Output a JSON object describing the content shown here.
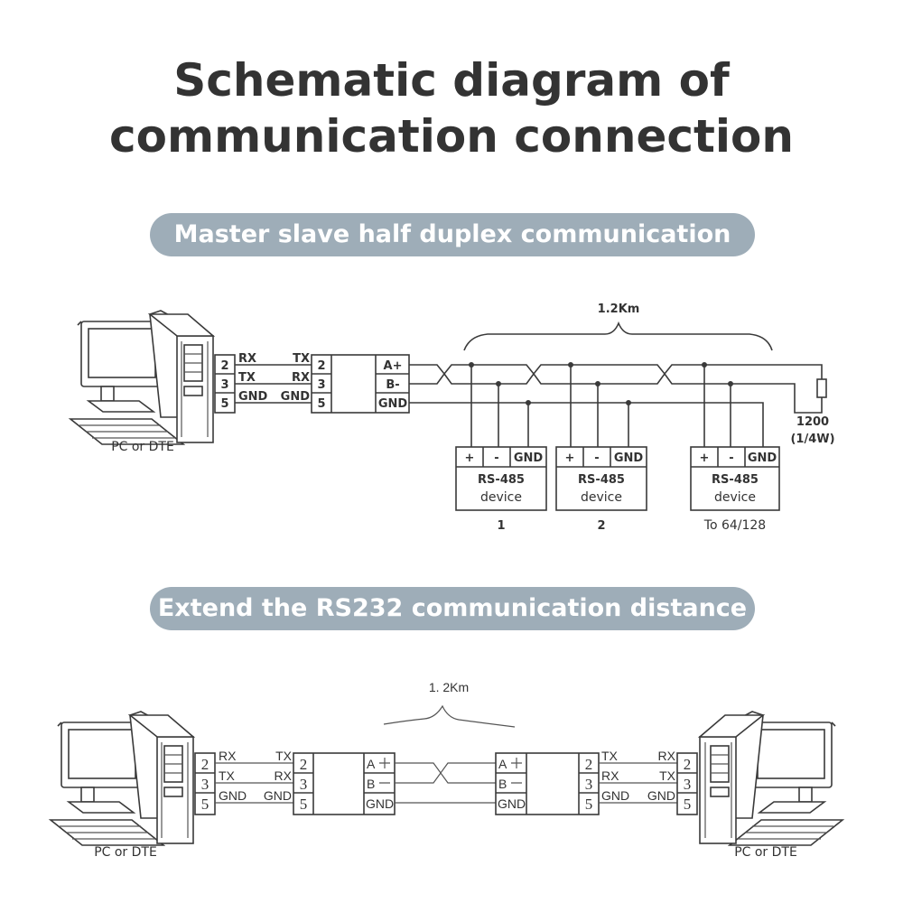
{
  "title": {
    "line1": "Schematic diagram of",
    "line2": "communication connection"
  },
  "section1": {
    "heading": "Master slave half duplex communication",
    "pc_label": "PC or DTE",
    "pc_pins": [
      "2",
      "3",
      "5"
    ],
    "pc_signals": [
      "RX",
      "TX",
      "GND"
    ],
    "converter_signals": [
      "TX",
      "RX",
      "GND"
    ],
    "converter_pins": [
      "2",
      "3",
      "5"
    ],
    "bus_terminals": [
      "A+",
      "B-",
      "GND"
    ],
    "distance": "1.2Km",
    "terminator_value": "1200",
    "terminator_power": "(1/4W)",
    "device_terminals": [
      "+",
      "-",
      "GND"
    ],
    "device_name_line1": "RS-485",
    "device_name_line2": "device",
    "devices": [
      {
        "label": "1"
      },
      {
        "label": "2"
      },
      {
        "label": "To 64/128"
      }
    ]
  },
  "section2": {
    "heading": "Extend the RS232 communication distance",
    "distance": "1. 2Km",
    "left_pc_label": "PC or DTE",
    "right_pc_label": "PC or DTE",
    "pins": [
      "2",
      "3",
      "5"
    ],
    "left_pc_signals": [
      "RX",
      "TX",
      "GND"
    ],
    "left_conv_signals": [
      "TX",
      "RX",
      "GND"
    ],
    "right_conv_signals": [
      "TX",
      "RX",
      "GND"
    ],
    "right_pc_signals": [
      "RX",
      "TX",
      "GND"
    ],
    "bus_terminals": [
      "A",
      "B",
      "GND"
    ]
  },
  "colors": {
    "pill_bg": "#9eadb8",
    "title_text": "#333333",
    "line": "#3a3a3a"
  }
}
